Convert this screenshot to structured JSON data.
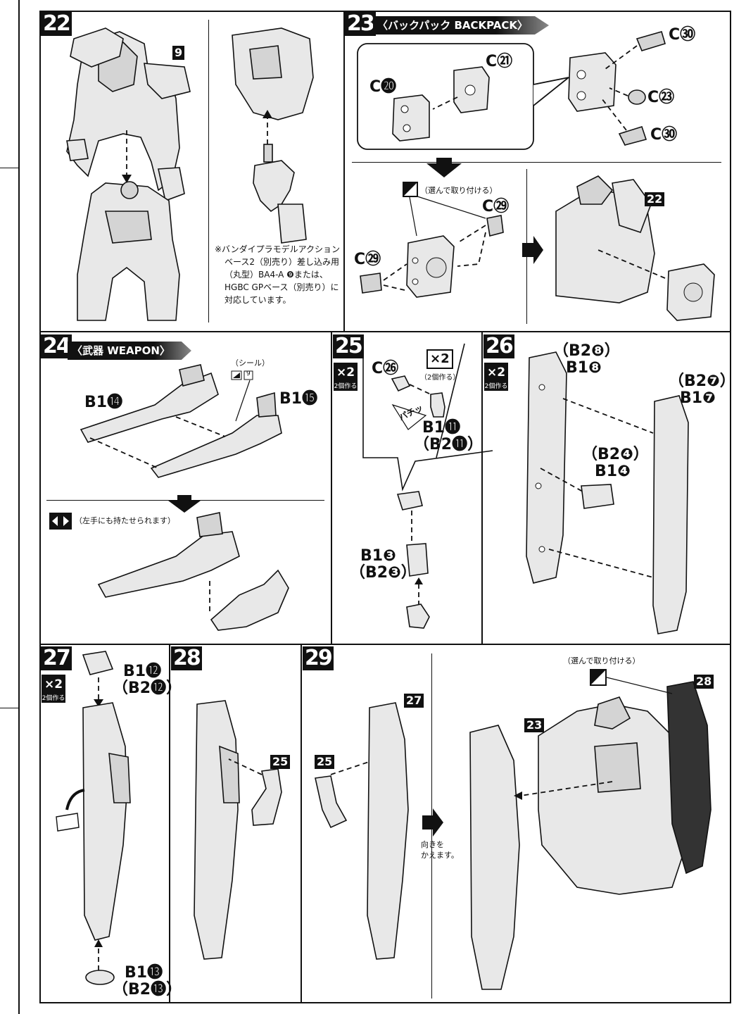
{
  "page": {
    "width": 1060,
    "height": 1440
  },
  "steps": {
    "s22": {
      "number": "22",
      "part_ref": "9",
      "note_lines": [
        "※バンダイプラモデルアクション",
        "ベース2（別売り）差し込み用",
        "（丸型）BA4-A ❾または、",
        "HGBC GPベース（別売り）に",
        "対応しています。"
      ]
    },
    "s23": {
      "number": "23",
      "title": "〈バックパック BACKPACK〉",
      "labels": {
        "c20": "C⓴",
        "c21": "C㉑",
        "c30a": "C㉚",
        "c23": "C㉓",
        "c30b": "C㉚",
        "c29a": "C㉙",
        "c29b": "C㉙"
      },
      "choose_note": "（選んで取り付ける）",
      "ref": "22"
    },
    "s24": {
      "number": "24",
      "title": "〈武器 WEAPON〉",
      "labels": {
        "b14": "B1⓮",
        "b15": "B1⓯",
        "seal": "（シール）",
        "seal_no": "9"
      },
      "left_hand_note": "（左手にも持たせられます）"
    },
    "s25": {
      "number": "25",
      "x2": "×2",
      "x2_sub": "2個作る",
      "labels": {
        "c26": "C㉖",
        "b11": "B1⓫",
        "b2_11": "（B2⓫）",
        "b3": "B1❸",
        "b2_3": "（B2❸）",
        "x2_small": "×2",
        "x2_small_sub": "（2個作る）",
        "snap": "パチッ"
      }
    },
    "s26": {
      "number": "26",
      "x2": "×2",
      "x2_sub": "2個作る",
      "labels": {
        "b28": "（B2❽）",
        "b18": "B1❽",
        "b27": "（B2❼）",
        "b17": "B1❼",
        "b24": "（B2❹）",
        "b14": "B1❹"
      }
    },
    "s27": {
      "number": "27",
      "x2": "×2",
      "x2_sub": "2個作る",
      "labels": {
        "b12": "B1⓬",
        "b2_12": "（B2⓬）",
        "b13": "B1⓭",
        "b2_13": "（B2⓭）"
      }
    },
    "s28": {
      "number": "28",
      "ref": "25"
    },
    "s29": {
      "number": "29",
      "refs": {
        "r27": "27",
        "r25": "25",
        "r23": "23",
        "r28": "28"
      },
      "turn_note_lines": [
        "向きを",
        "かえます。"
      ],
      "choose_note": "（選んで取り付ける）"
    }
  },
  "colors": {
    "ink": "#111111",
    "part_fill": "#e8e8e8",
    "dark_part": "#333333"
  }
}
